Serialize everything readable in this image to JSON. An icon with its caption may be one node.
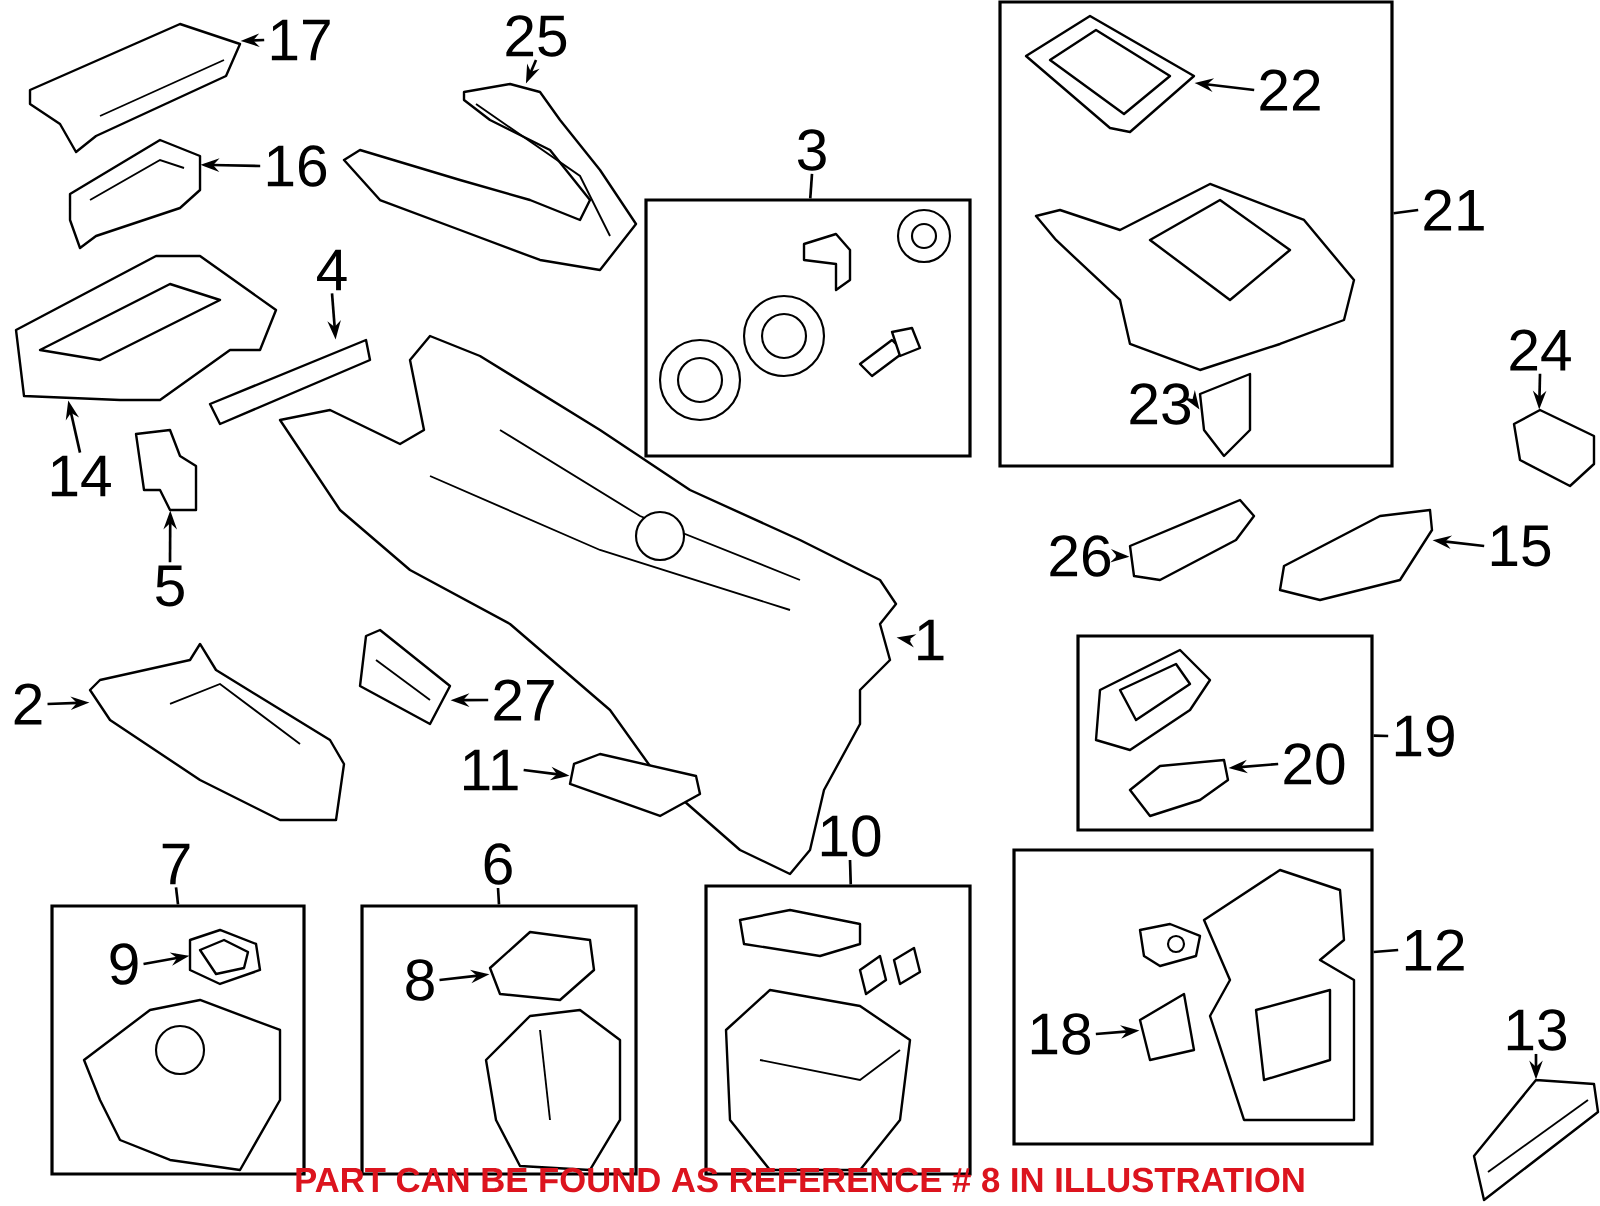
{
  "diagram": {
    "nodes": [
      {
        "text": [
          "17"
        ]
      },
      {
        "text": [],
        "shape": "picture"
      },
      {
        "text": [
          "25"
        ]
      },
      {
        "text": [],
        "shape": "picture"
      },
      {
        "text": [
          "16"
        ]
      },
      {
        "text": [],
        "shape": "picture"
      },
      {
        "text": [
          "3"
        ]
      },
      {
        "text": [],
        "shape": "box"
      },
      {
        "text": [],
        "shape": "picture",
        "in": 7
      },
      {
        "text": [],
        "shape": "box"
      },
      {
        "text": [
          "22"
        ],
        "in": 9
      },
      {
        "text": [],
        "shape": "picture",
        "in": 9
      },
      {
        "text": [],
        "shape": "picture",
        "in": 9
      },
      {
        "text": [
          "23"
        ],
        "in": 9
      },
      {
        "text": [],
        "shape": "picture",
        "in": 9
      },
      {
        "text": [
          "21"
        ]
      },
      {
        "text": [
          "4"
        ]
      },
      {
        "text": [],
        "shape": "picture"
      },
      {
        "text": [
          "24"
        ]
      },
      {
        "text": [],
        "shape": "picture"
      },
      {
        "text": [
          "14"
        ]
      },
      {
        "text": [],
        "shape": "picture"
      },
      {
        "text": [
          "5"
        ]
      },
      {
        "text": [],
        "shape": "picture"
      },
      {
        "text": [
          "26"
        ]
      },
      {
        "text": [],
        "shape": "picture"
      },
      {
        "text": [
          "15"
        ]
      },
      {
        "text": [],
        "shape": "picture"
      },
      {
        "text": [],
        "shape": "picture"
      },
      {
        "text": [
          "1"
        ]
      },
      {
        "text": [
          "2"
        ]
      },
      {
        "text": [],
        "shape": "picture"
      },
      {
        "text": [
          "27"
        ]
      },
      {
        "text": [],
        "shape": "picture"
      },
      {
        "text": [
          "11"
        ]
      },
      {
        "text": [],
        "shape": "picture"
      },
      {
        "text": [],
        "shape": "box"
      },
      {
        "text": [],
        "shape": "picture",
        "in": 36
      },
      {
        "text": [
          "20"
        ],
        "in": 36
      },
      {
        "text": [],
        "shape": "picture",
        "in": 36
      },
      {
        "text": [
          "19"
        ]
      },
      {
        "text": [
          "7"
        ]
      },
      {
        "text": [],
        "shape": "box"
      },
      {
        "text": [
          "9"
        ],
        "in": 42
      },
      {
        "text": [],
        "shape": "picture",
        "in": 42
      },
      {
        "text": [],
        "shape": "picture",
        "in": 42
      },
      {
        "text": [
          "6"
        ]
      },
      {
        "text": [],
        "shape": "box"
      },
      {
        "text": [
          "8"
        ],
        "in": 47
      },
      {
        "text": [],
        "shape": "picture",
        "in": 47
      },
      {
        "text": [],
        "shape": "picture",
        "in": 47
      },
      {
        "text": [
          "10"
        ]
      },
      {
        "text": [],
        "shape": "box"
      },
      {
        "text": [],
        "shape": "picture",
        "in": 52
      },
      {
        "text": [],
        "shape": "picture",
        "in": 52
      },
      {
        "text": [],
        "shape": "picture",
        "in": 52
      },
      {
        "text": [],
        "shape": "box"
      },
      {
        "text": [],
        "shape": "picture",
        "in": 56
      },
      {
        "text": [
          "18"
        ],
        "in": 56
      },
      {
        "text": [],
        "shape": "picture",
        "in": 56
      },
      {
        "text": [],
        "shape": "picture",
        "in": 56
      },
      {
        "text": [
          "12"
        ]
      },
      {
        "text": [
          "13"
        ]
      },
      {
        "text": [],
        "shape": "picture"
      }
    ],
    "edges": [
      {
        "from": 0,
        "to": 1,
        "arrow": "to"
      },
      {
        "from": 2,
        "to": 3,
        "arrow": "to"
      },
      {
        "from": 4,
        "to": 5,
        "arrow": "to"
      },
      {
        "from": 6,
        "to": 7,
        "arrow": "none"
      },
      {
        "from": 10,
        "to": 11,
        "arrow": "to"
      },
      {
        "from": 13,
        "to": 14,
        "arrow": "to"
      },
      {
        "from": 15,
        "to": 9,
        "arrow": "none"
      },
      {
        "from": 16,
        "to": 17,
        "arrow": "to"
      },
      {
        "from": 18,
        "to": 19,
        "arrow": "to"
      },
      {
        "from": 20,
        "to": 21,
        "arrow": "to"
      },
      {
        "from": 22,
        "to": 23,
        "arrow": "to"
      },
      {
        "from": 24,
        "to": 25,
        "arrow": "to"
      },
      {
        "from": 26,
        "to": 27,
        "arrow": "to"
      },
      {
        "from": 29,
        "to": 28,
        "arrow": "to"
      },
      {
        "from": 30,
        "to": 31,
        "arrow": "to"
      },
      {
        "from": 32,
        "to": 33,
        "arrow": "to"
      },
      {
        "from": 34,
        "to": 35,
        "arrow": "to"
      },
      {
        "from": 38,
        "to": 39,
        "arrow": "to"
      },
      {
        "from": 40,
        "to": 36,
        "arrow": "none"
      },
      {
        "from": 41,
        "to": 42,
        "arrow": "none"
      },
      {
        "from": 43,
        "to": 44,
        "arrow": "to"
      },
      {
        "from": 46,
        "to": 47,
        "arrow": "none"
      },
      {
        "from": 48,
        "to": 49,
        "arrow": "to"
      },
      {
        "from": 51,
        "to": 52,
        "arrow": "none"
      },
      {
        "from": 58,
        "to": 59,
        "arrow": "to"
      },
      {
        "from": 61,
        "to": 56,
        "arrow": "none"
      },
      {
        "from": 62,
        "to": 63,
        "arrow": "to"
      }
    ],
    "labels": [
      "PART CAN BE FOUND AS REFERENCE # 8 IN ILLUSTRATION"
    ]
  }
}
